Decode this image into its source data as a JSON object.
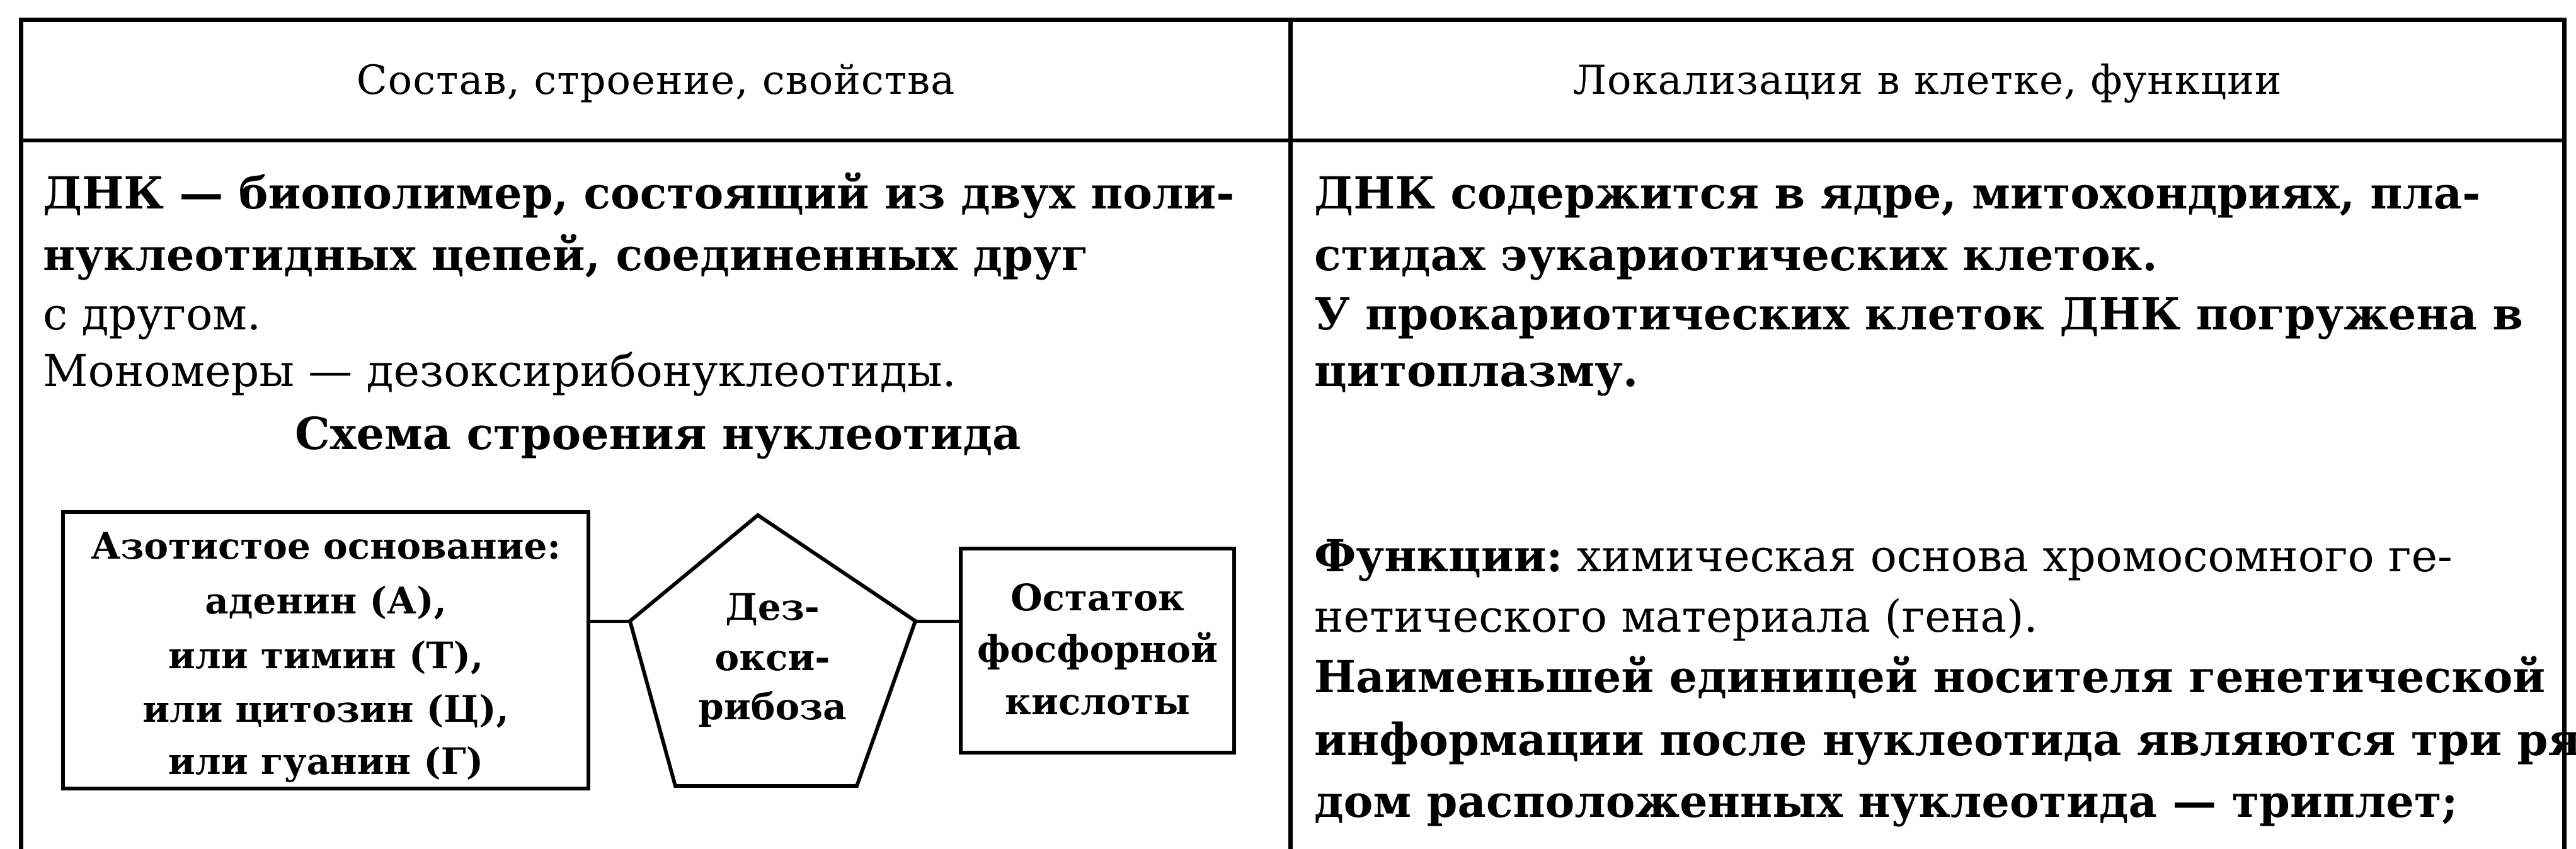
{
  "table": {
    "headers": {
      "left": "Состав, строение, свойства",
      "right": "Локализация в клетке, функции"
    },
    "left_column": {
      "paragraph_lines": [
        "ДНК — биополимер, состоящий из двух поли-",
        "нуклеотидных цепей, соединенных друг",
        "с другом."
      ],
      "monomers_line": "Мономеры — дезоксирибонуклеотиды.",
      "scheme_title": "Схема строения нуклеотида",
      "scheme": {
        "base_box": {
          "title": "Азотистое основание:",
          "lines": [
            "аденин (А),",
            "или тимин (Т),",
            "или цитозин (Ц),",
            "или гуанин (Г)"
          ]
        },
        "sugar_pentagon": {
          "lines": [
            "Дез-",
            "окси-",
            "рибоза"
          ]
        },
        "phosphate_box": {
          "lines": [
            "Остаток",
            "фосфорной",
            "кислоты"
          ]
        }
      }
    },
    "right_column": {
      "location_lines": [
        "ДНК содержится в ядре, митохондриях, пла-",
        "стидах эукариотических клеток.",
        "У прокариотических клеток ДНК погружена в",
        "цитоплазму."
      ],
      "functions_label": "Функции:",
      "functions_first_line_rest": " химическая основа хромосомного ге-",
      "functions_lines": [
        "нетического материала (гена).",
        "Наименьшей единицей носителя генетической",
        "информации после нуклеотида являются три ря-",
        "дом расположенных нуклеотида — триплет;"
      ]
    }
  }
}
